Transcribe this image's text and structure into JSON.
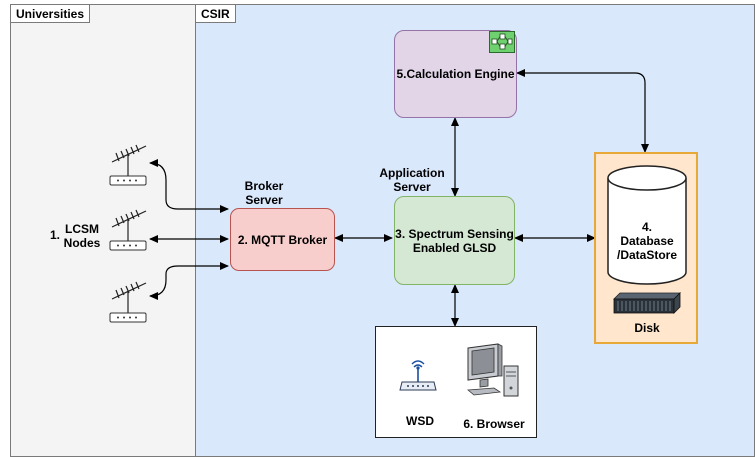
{
  "panes": {
    "universities": "Universities",
    "csir": "CSIR"
  },
  "nodes": {
    "title_num": "1.",
    "title_a": "LCSM",
    "title_b": "Nodes"
  },
  "broker": {
    "caption_a": "Broker",
    "caption_b": "Server",
    "label": "2. MQTT Broker"
  },
  "glsd": {
    "caption_a": "Application",
    "caption_b": "Server",
    "label_a": "3. Spectrum Sensing",
    "label_b": "Enabled GLSD"
  },
  "engine": {
    "label": "5.Calculation Engine"
  },
  "database": {
    "label_a": "4.",
    "label_b": "Database",
    "label_c": "/DataStore",
    "disk": "Disk"
  },
  "clients": {
    "wsd": "WSD",
    "browser": "6. Browser"
  },
  "colors": {
    "csir_bg": "#dae8fc",
    "engine_fill": "#e1d5e7",
    "engine_border": "#9673a6",
    "broker_fill": "#f8cecc",
    "broker_border": "#b85450",
    "glsd_fill": "#d5e8d4",
    "glsd_border": "#82b366",
    "db_panel_fill": "#ffe6cc",
    "db_panel_border": "#e8a838"
  },
  "icons": [
    "antenna-router-icon",
    "flow-chart-icon",
    "database-cylinder-icon",
    "disk-rack-icon",
    "wifi-router-icon",
    "desktop-computer-icon"
  ]
}
